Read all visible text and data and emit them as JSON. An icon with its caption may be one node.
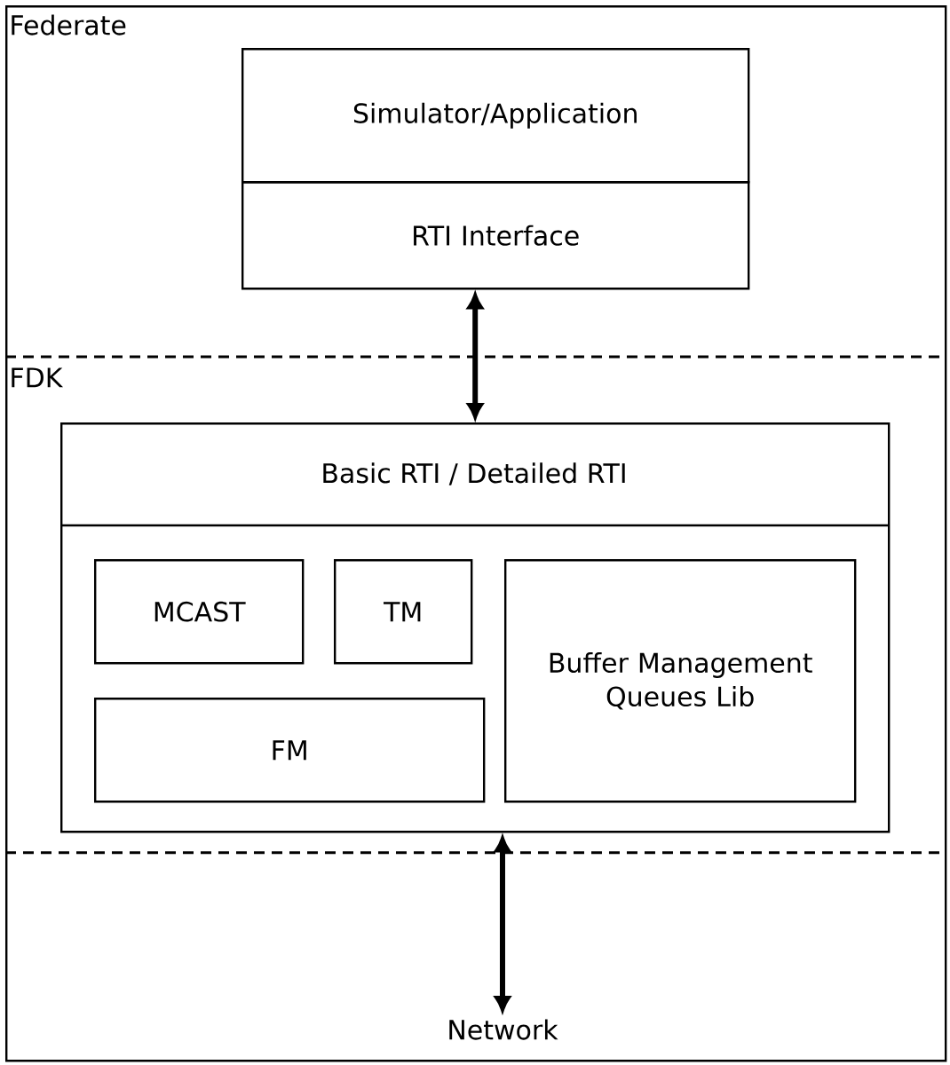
{
  "diagram": {
    "nodes": [
      {
        "text": [
          "Federate"
        ]
      },
      {
        "text": [
          "Simulator/Application"
        ],
        "in": 0
      },
      {
        "text": [
          "RTI Interface"
        ],
        "in": 0
      },
      {
        "text": [
          "FDK"
        ],
        "in": 0
      },
      {
        "text": [
          "Basic RTI / Detailed RTI"
        ],
        "in": 3
      },
      {
        "text": [
          "MCAST"
        ],
        "in": 4
      },
      {
        "text": [
          "TM"
        ],
        "in": 4
      },
      {
        "text": [
          "Buffer Management Queues Lib"
        ],
        "in": 4
      },
      {
        "text": [
          "FM"
        ],
        "in": 4
      },
      {
        "text": [
          "Network"
        ],
        "in": 0
      }
    ],
    "edges": [
      {
        "from": 2,
        "to": 4,
        "arrow": "both"
      },
      {
        "from": 4,
        "to": 9,
        "arrow": "both"
      }
    ]
  }
}
